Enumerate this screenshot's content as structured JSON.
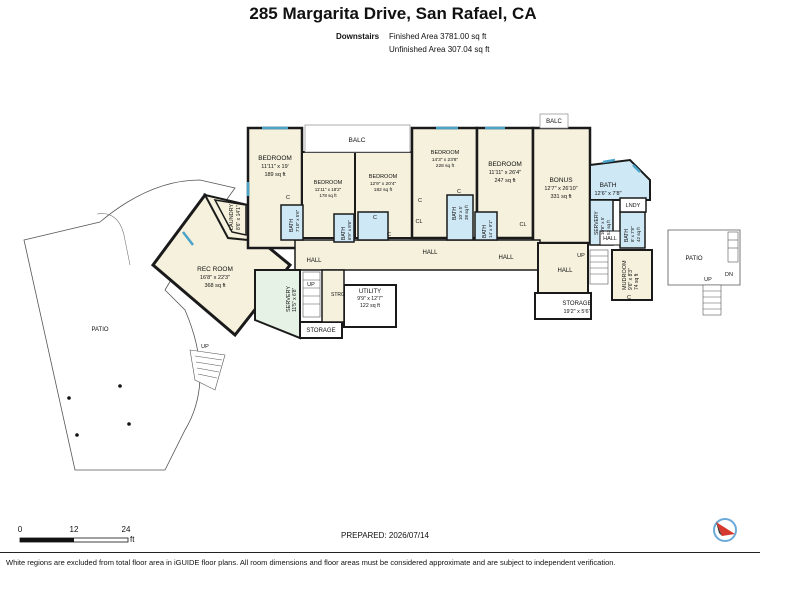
{
  "header": {
    "title": "285 Margarita Drive, San Rafael, CA",
    "level_label": "Downstairs",
    "finished_area": "Finished Area 3781.00 sq ft",
    "unfinished_area": "Unfinished Area 307.04 sq ft"
  },
  "rooms": {
    "bedroom1": {
      "name": "BEDROOM",
      "dims": "11'11\" x 19'",
      "area": "189 sq ft"
    },
    "bedroom2": {
      "name": "BEDROOM",
      "dims": "11'11\" x 18'2\"",
      "area": "178 sq ft"
    },
    "bedroom3": {
      "name": "BEDROOM",
      "dims": "12'9\" x 20'4\"",
      "area": "182 sq ft"
    },
    "bedroom4": {
      "name": "BEDROOM",
      "dims": "14'3\" x 23'8\"",
      "area": "228 sq ft"
    },
    "bedroom5": {
      "name": "BEDROOM",
      "dims": "11'11\" x 26'4\"",
      "area": "247 sq ft"
    },
    "bonus": {
      "name": "BONUS",
      "dims": "12'7\" x 26'10\"",
      "area": "331 sq ft"
    },
    "bath_right": {
      "name": "BATH",
      "dims": "12'6\" x 7'8\""
    },
    "rec_room": {
      "name": "REC ROOM",
      "dims": "16'8\" x 22'3\"",
      "area": "368 sq ft"
    },
    "laundry": {
      "name": "LAUNDRY",
      "dims": "8'6\" x 14'1\""
    },
    "utility": {
      "name": "UTILITY",
      "dims": "9'9\" x 12'7\"",
      "area": "122 sq ft"
    },
    "storage_right": {
      "name": "STORAGE",
      "dims": "19'2\" x 5'6\""
    },
    "mudroom": {
      "name": "MUDROOM",
      "dims": "9'6\" x 8'3\"",
      "area": "74 sq ft"
    },
    "servery_left": {
      "name": "SERVERY",
      "dims": "11'5\" x 6'8\""
    },
    "servery_right": {
      "name": "SERVERY",
      "dims": "10'6\" x 5'",
      "area": "53 sq ft"
    },
    "bath_small_a": {
      "name": "BATH",
      "dims": "7'10\" x 5'6\""
    },
    "bath_small_b": {
      "name": "BATH",
      "dims": "6'9\" x 8'6\""
    },
    "bath_small_c": {
      "name": "BATH",
      "dims": "10' x 5'",
      "area": "38 sq ft"
    },
    "bath_small_d": {
      "name": "BATH",
      "dims": "14' x 9'1\""
    },
    "bath_small_e": {
      "name": "BATH",
      "dims": "8' x 7'8\"",
      "area": "42 sq ft"
    }
  },
  "labels": {
    "balc_top": "BALC",
    "balc_right": "BALC",
    "patio_left": "PATIO",
    "patio_right": "PATIO",
    "hall": "HALL",
    "lndy": "LNDY",
    "storage": "STORAGE",
    "strg": "STRG",
    "up": "UP",
    "dn": "DN",
    "cl": "CL",
    "c": "C",
    "hall_short": "HALL"
  },
  "scale": {
    "ticks": [
      "0",
      "12",
      "24"
    ],
    "unit": "ft"
  },
  "footer": {
    "prepared": "PREPARED: 2026/07/14",
    "disclaimer": "White regions are excluded from total floor area in iGUIDE floor plans. All room dimensions and floor areas must be considered approximate and are subject to independent verification."
  },
  "colors": {
    "wall": "#1a1a1a",
    "floor": "#f5f1dc",
    "bath": "#cfe8f5",
    "servery": "#e6f2e6",
    "window": "#4aa3c9"
  }
}
